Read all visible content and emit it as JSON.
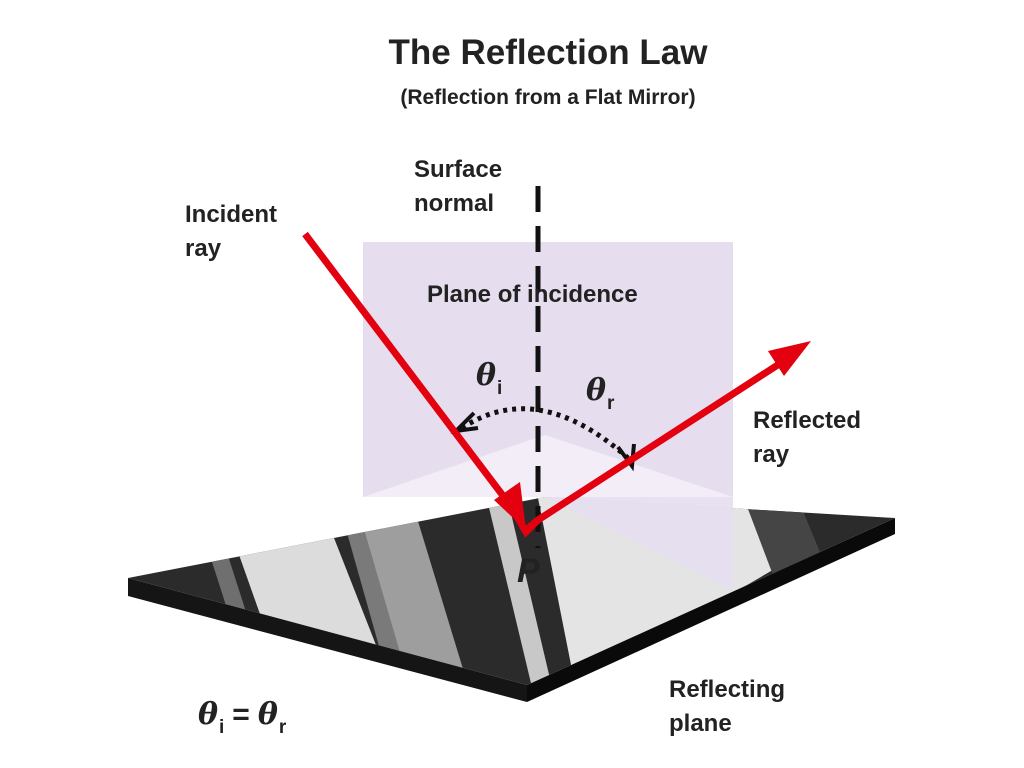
{
  "title": "The Reflection Law",
  "subtitle": "(Reflection from a Flat Mirror)",
  "labels": {
    "surface_normal_1": "Surface",
    "surface_normal_2": "normal",
    "incident_1": "Incident",
    "incident_2": "ray",
    "plane_of_incidence": "Plane of incidence",
    "reflected_1": "Reflected",
    "reflected_2": "ray",
    "reflecting_1": "Reflecting",
    "reflecting_2": "plane",
    "point": "P"
  },
  "angles": {
    "theta": "θ",
    "incident_sub": "i",
    "reflected_sub": "r",
    "equals": "="
  },
  "colors": {
    "ray": "#e3000f",
    "plane_of_incidence": "#e6deef",
    "mirror_dark": "#2b2b2b",
    "mirror_edge": "#111111",
    "text": "#222222"
  }
}
